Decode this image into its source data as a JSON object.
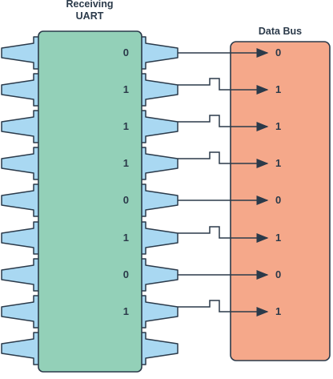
{
  "uart_title_line1": "Receiving",
  "uart_title_line2": "UART",
  "bus_title": "Data Bus",
  "bits": [
    "0",
    "1",
    "1",
    "1",
    "0",
    "1",
    "0",
    "1"
  ],
  "colors": {
    "chip_fill": "#93d0b8",
    "bus_fill": "#f5a88a",
    "pin_fill": "#a9d8f2",
    "outline": "#2b3a4a"
  }
}
